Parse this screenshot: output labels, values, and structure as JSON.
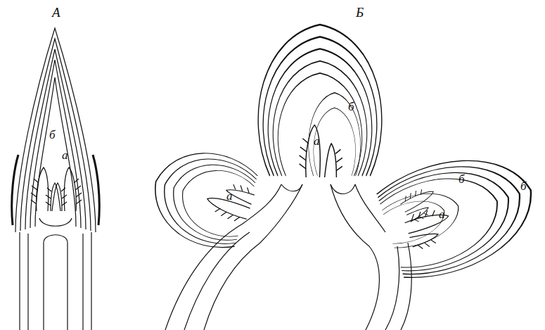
{
  "diagram": {
    "labels": [
      "А",
      "б",
      "а",
      "Б",
      "б",
      "а",
      "а",
      "б",
      "б",
      "а"
    ]
  }
}
